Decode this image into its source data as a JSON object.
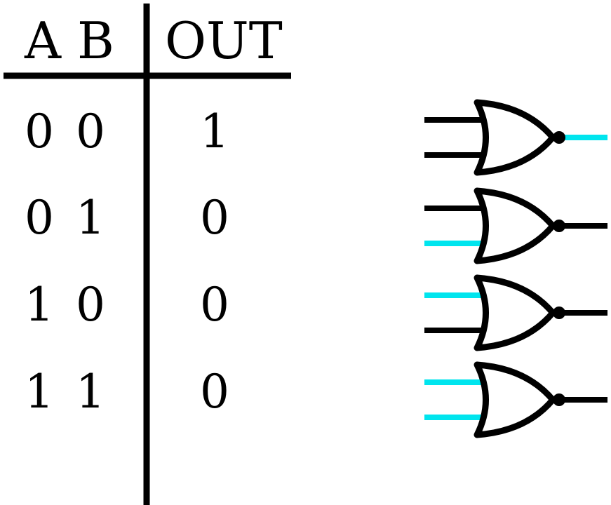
{
  "table": {
    "headers": {
      "a": "A",
      "b": "B",
      "out": "OUT"
    },
    "rows": [
      {
        "a": "0",
        "b": "0",
        "out": "1"
      },
      {
        "a": "0",
        "b": "1",
        "out": "0"
      },
      {
        "a": "1",
        "b": "0",
        "out": "0"
      },
      {
        "a": "1",
        "b": "1",
        "out": "0"
      }
    ]
  },
  "colors": {
    "line": "#000000",
    "high_signal": "#00e5ee",
    "background": "#ffffff"
  },
  "gates": [
    {
      "type": "NOR",
      "input_a": "low",
      "input_b": "low",
      "output": "high"
    },
    {
      "type": "NOR",
      "input_a": "low",
      "input_b": "high",
      "output": "low"
    },
    {
      "type": "NOR",
      "input_a": "high",
      "input_b": "low",
      "output": "low"
    },
    {
      "type": "NOR",
      "input_a": "high",
      "input_b": "high",
      "output": "low"
    }
  ]
}
